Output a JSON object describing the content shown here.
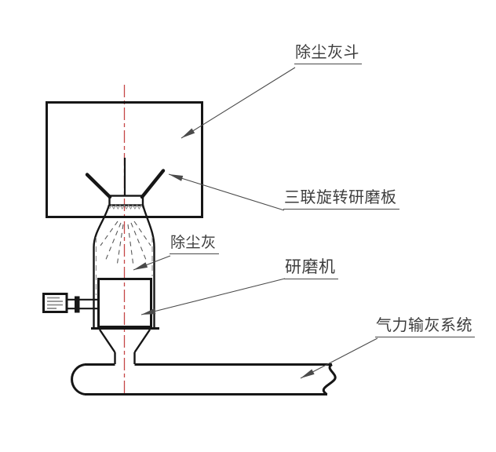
{
  "labels": {
    "dust_hopper": "除尘灰斗",
    "triple_rotary_grinding_plate": "三联旋转研磨板",
    "dust_ash": "除尘灰",
    "grinder": "研磨机",
    "pneumatic_ash_conveying_system": "气力输灰系统"
  },
  "colors": {
    "background": "#ffffff",
    "outline": "#161616",
    "centerline": "#c64747",
    "leader": "#4a4a4a",
    "label_text": "#3d3d3d",
    "hatch": "#8d8d8d",
    "hidden_line": "#9a9a9a"
  }
}
